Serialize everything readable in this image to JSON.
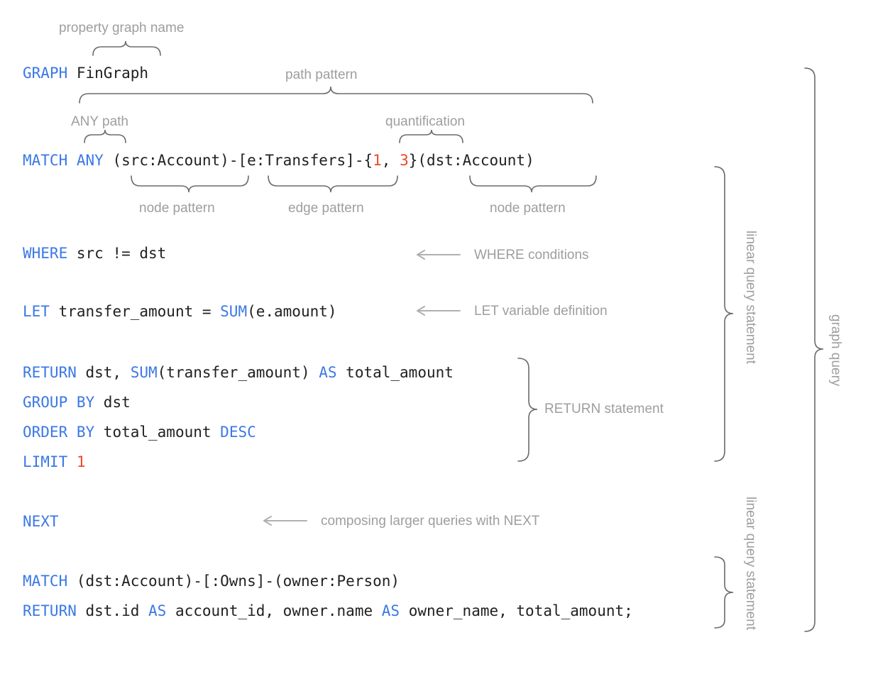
{
  "doc": {
    "title": "GQL graph query annotated diagram",
    "colors": {
      "keyword": "#3b78e7",
      "number": "#ea4a28",
      "text": "#212121",
      "annotation": "#9e9e9e",
      "brace": "#6b6b6b",
      "arrow": "#b0b0b0",
      "background": "#ffffff"
    }
  },
  "code": {
    "lines": [
      {
        "id": "line-graph",
        "tokens": [
          {
            "t": "GRAPH",
            "k": "kw"
          },
          {
            "t": " FinGraph",
            "k": "plain"
          }
        ]
      },
      {
        "id": "line-match-1",
        "tokens": [
          {
            "t": "MATCH",
            "k": "kw"
          },
          {
            "t": " ",
            "k": "plain"
          },
          {
            "t": "ANY",
            "k": "kw"
          },
          {
            "t": " (src:Account)-[e:Transfers]-{",
            "k": "plain"
          },
          {
            "t": "1",
            "k": "num"
          },
          {
            "t": ", ",
            "k": "plain"
          },
          {
            "t": "3",
            "k": "num"
          },
          {
            "t": "}(dst:Account)",
            "k": "plain"
          }
        ]
      },
      {
        "id": "line-where",
        "tokens": [
          {
            "t": "WHERE",
            "k": "kw"
          },
          {
            "t": " src != dst",
            "k": "plain"
          }
        ]
      },
      {
        "id": "line-let",
        "tokens": [
          {
            "t": "LET",
            "k": "kw"
          },
          {
            "t": " transfer_amount = ",
            "k": "plain"
          },
          {
            "t": "SUM",
            "k": "kw"
          },
          {
            "t": "(e.amount)",
            "k": "plain"
          }
        ]
      },
      {
        "id": "line-return-1",
        "tokens": [
          {
            "t": "RETURN",
            "k": "kw"
          },
          {
            "t": " dst, ",
            "k": "plain"
          },
          {
            "t": "SUM",
            "k": "kw"
          },
          {
            "t": "(transfer_amount) ",
            "k": "plain"
          },
          {
            "t": "AS",
            "k": "kw"
          },
          {
            "t": " total_amount",
            "k": "plain"
          }
        ]
      },
      {
        "id": "line-group-by",
        "tokens": [
          {
            "t": "GROUP BY",
            "k": "kw"
          },
          {
            "t": " dst",
            "k": "plain"
          }
        ]
      },
      {
        "id": "line-order-by",
        "tokens": [
          {
            "t": "ORDER BY",
            "k": "kw"
          },
          {
            "t": " total_amount ",
            "k": "plain"
          },
          {
            "t": "DESC",
            "k": "kw"
          }
        ]
      },
      {
        "id": "line-limit",
        "tokens": [
          {
            "t": "LIMIT",
            "k": "kw"
          },
          {
            "t": " ",
            "k": "plain"
          },
          {
            "t": "1",
            "k": "num"
          }
        ]
      },
      {
        "id": "line-next",
        "tokens": [
          {
            "t": "NEXT",
            "k": "kw"
          }
        ]
      },
      {
        "id": "line-match-2",
        "tokens": [
          {
            "t": "MATCH",
            "k": "kw"
          },
          {
            "t": " (dst:Account)-[:Owns]-(owner:Person)",
            "k": "plain"
          }
        ]
      },
      {
        "id": "line-return-2",
        "tokens": [
          {
            "t": "RETURN",
            "k": "kw"
          },
          {
            "t": " dst.id ",
            "k": "plain"
          },
          {
            "t": "AS",
            "k": "kw"
          },
          {
            "t": " account_id, owner.name ",
            "k": "plain"
          },
          {
            "t": "AS",
            "k": "kw"
          },
          {
            "t": " owner_name, total_amount;",
            "k": "plain"
          }
        ]
      }
    ]
  },
  "annotations": {
    "property_graph_name": "property graph name",
    "path_pattern": "path pattern",
    "any_path": "ANY path",
    "quantification": "quantification",
    "node_pattern_1": "node pattern",
    "edge_pattern": "edge pattern",
    "node_pattern_2": "node pattern",
    "where_conditions": "WHERE conditions",
    "let_variable_definition": "LET variable definition",
    "return_statement": "RETURN statement",
    "composing_next": "composing larger queries with NEXT",
    "linear_query_statement_1": "linear query statement",
    "linear_query_statement_2": "linear query statement",
    "graph_query": "graph query"
  }
}
